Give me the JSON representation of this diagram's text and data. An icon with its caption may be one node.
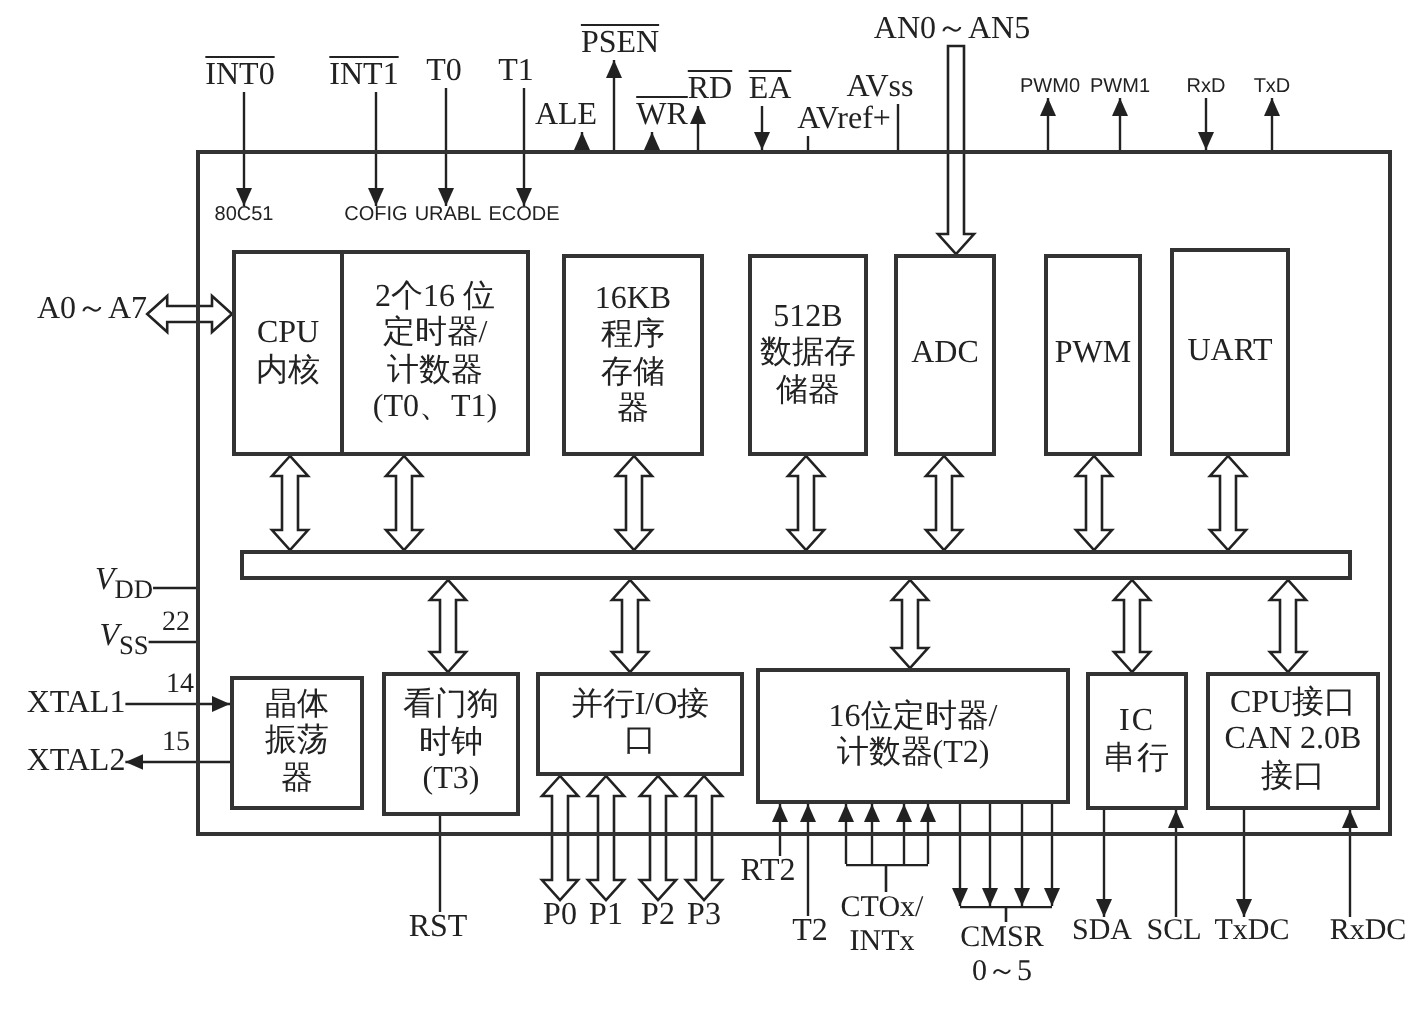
{
  "diagram": {
    "nodes": [
      {
        "text": [],
        "shape": "box"
      },
      {
        "text": [
          "80C51"
        ],
        "in": 0
      },
      {
        "text": [
          "COFIG"
        ],
        "in": 0
      },
      {
        "text": [
          "URABL"
        ],
        "in": 0
      },
      {
        "text": [
          "ECODE"
        ],
        "in": 0
      },
      {
        "text": [
          "CPU内核"
        ],
        "in": 0
      },
      {
        "text": [
          "2个16 位定时器/计数器(T0、T1)"
        ],
        "in": 0
      },
      {
        "text": [
          "16KB程序存储器"
        ],
        "in": 0
      },
      {
        "text": [
          "512B数据存储器"
        ],
        "in": 0
      },
      {
        "text": [
          "ADC"
        ],
        "in": 0
      },
      {
        "text": [
          "PWM"
        ],
        "in": 0
      },
      {
        "text": [
          "UART"
        ],
        "in": 0
      },
      {
        "text": [],
        "shape": "bar",
        "in": 0
      },
      {
        "text": [
          "晶体振荡器"
        ],
        "in": 0
      },
      {
        "text": [
          "看门狗时钟(T3)"
        ],
        "in": 0
      },
      {
        "text": [
          "并行I/O接口"
        ],
        "in": 0
      },
      {
        "text": [
          "16位定时器/计数器(T2)"
        ],
        "in": 0
      },
      {
        "text": [
          "IC串行"
        ],
        "in": 0
      },
      {
        "text": [
          "CPU接口CAN 2.0B接口"
        ],
        "in": 0
      },
      {
        "text": [
          "INT0"
        ]
      },
      {
        "text": [
          "INT1"
        ]
      },
      {
        "text": [
          "T0"
        ]
      },
      {
        "text": [
          "T1"
        ]
      },
      {
        "text": [
          "PSEN"
        ]
      },
      {
        "text": [
          "ALE"
        ]
      },
      {
        "text": [
          "WR"
        ]
      },
      {
        "text": [
          "RD"
        ]
      },
      {
        "text": [
          "EA"
        ]
      },
      {
        "text": [
          "AVref+"
        ]
      },
      {
        "text": [
          "AVss"
        ]
      },
      {
        "text": [
          "AN0～AN5"
        ]
      },
      {
        "text": [
          "PWM0"
        ]
      },
      {
        "text": [
          "PWM1"
        ]
      },
      {
        "text": [
          "RxD"
        ]
      },
      {
        "text": [
          "TxD"
        ]
      },
      {
        "text": [
          "A0～A7"
        ]
      },
      {
        "text": [
          "*V*$_{DD}$"
        ]
      },
      {
        "text": [
          "*V*$_{SS}$"
        ],
        "beside": [
          "22"
        ]
      },
      {
        "text": [
          "XTAL1"
        ],
        "beside": [
          "14"
        ]
      },
      {
        "text": [
          "XTAL2"
        ],
        "beside": [
          "15"
        ]
      },
      {
        "text": [
          "RST"
        ]
      },
      {
        "text": [
          "P0"
        ]
      },
      {
        "text": [
          "P1"
        ]
      },
      {
        "text": [
          "P2"
        ]
      },
      {
        "text": [
          "P3"
        ]
      },
      {
        "text": [
          "RT2"
        ]
      },
      {
        "text": [
          "T2"
        ]
      },
      {
        "text": [
          "CTOx/INTx"
        ]
      },
      {
        "text": [
          "CMSR 0～5"
        ]
      },
      {
        "text": [
          "SDA"
        ]
      },
      {
        "text": [
          "SCL"
        ]
      },
      {
        "text": [
          "TxDC"
        ]
      },
      {
        "text": [
          "RxDC"
        ]
      }
    ],
    "edges": [
      {
        "from": 19,
        "to": 1,
        "arrow": "to"
      },
      {
        "from": 20,
        "to": 2,
        "arrow": "to"
      },
      {
        "from": 21,
        "to": 3,
        "arrow": "to"
      },
      {
        "from": 22,
        "to": 4,
        "arrow": "to"
      },
      {
        "from": 0,
        "to": 24,
        "arrow": "to"
      },
      {
        "from": 0,
        "to": 23,
        "arrow": "to"
      },
      {
        "from": 0,
        "to": 25,
        "arrow": "to"
      },
      {
        "from": 0,
        "to": 26,
        "arrow": "to"
      },
      {
        "from": 27,
        "to": 0,
        "arrow": "to"
      },
      {
        "from": 28,
        "to": 0,
        "arrow": "none"
      },
      {
        "from": 29,
        "to": 0,
        "arrow": "none"
      },
      {
        "from": 30,
        "to": 9,
        "arrow": "to",
        "style": "thick"
      },
      {
        "from": 0,
        "to": 31,
        "arrow": "to"
      },
      {
        "from": 0,
        "to": 32,
        "arrow": "to"
      },
      {
        "from": 33,
        "to": 0,
        "arrow": "to"
      },
      {
        "from": 0,
        "to": 34,
        "arrow": "to"
      },
      {
        "from": 35,
        "to": 5,
        "arrow": "both",
        "style": "thick"
      },
      {
        "from": 5,
        "to": 12,
        "arrow": "both",
        "style": "thick"
      },
      {
        "from": 6,
        "to": 12,
        "arrow": "both",
        "style": "thick"
      },
      {
        "from": 7,
        "to": 12,
        "arrow": "both",
        "style": "thick"
      },
      {
        "from": 8,
        "to": 12,
        "arrow": "both",
        "style": "thick"
      },
      {
        "from": 9,
        "to": 12,
        "arrow": "both",
        "style": "thick"
      },
      {
        "from": 10,
        "to": 12,
        "arrow": "both",
        "style": "thick"
      },
      {
        "from": 11,
        "to": 12,
        "arrow": "both",
        "style": "thick"
      },
      {
        "from": 12,
        "to": 14,
        "arrow": "both",
        "style": "thick"
      },
      {
        "from": 12,
        "to": 15,
        "arrow": "both",
        "style": "thick"
      },
      {
        "from": 12,
        "to": 16,
        "arrow": "both",
        "style": "thick"
      },
      {
        "from": 12,
        "to": 17,
        "arrow": "both",
        "style": "thick"
      },
      {
        "from": 12,
        "to": 18,
        "arrow": "both",
        "style": "thick"
      },
      {
        "from": 36,
        "to": 0,
        "arrow": "none"
      },
      {
        "from": 37,
        "to": 0,
        "arrow": "none"
      },
      {
        "from": 38,
        "to": 13,
        "arrow": "to"
      },
      {
        "from": 13,
        "to": 39,
        "arrow": "to"
      },
      {
        "from": 14,
        "to": 40,
        "arrow": "none"
      },
      {
        "from": 15,
        "to": 41,
        "arrow": "both",
        "style": "thick"
      },
      {
        "from": 15,
        "to": 42,
        "arrow": "both",
        "style": "thick"
      },
      {
        "from": 15,
        "to": 43,
        "arrow": "both",
        "style": "thick"
      },
      {
        "from": 15,
        "to": 44,
        "arrow": "both",
        "style": "thick"
      },
      {
        "from": 45,
        "to": 16,
        "arrow": "to"
      },
      {
        "from": 46,
        "to": 16,
        "arrow": "to"
      },
      {
        "from": 47,
        "to": 16,
        "arrow": "to"
      },
      {
        "from": 47,
        "to": 16,
        "arrow": "to"
      },
      {
        "from": 47,
        "to": 16,
        "arrow": "to"
      },
      {
        "from": 47,
        "to": 16,
        "arrow": "to"
      },
      {
        "from": 16,
        "to": 48,
        "arrow": "to"
      },
      {
        "from": 16,
        "to": 48,
        "arrow": "to"
      },
      {
        "from": 16,
        "to": 48,
        "arrow": "to"
      },
      {
        "from": 16,
        "to": 48,
        "arrow": "to"
      },
      {
        "from": 17,
        "to": 49,
        "arrow": "to"
      },
      {
        "from": 50,
        "to": 17,
        "arrow": "to"
      },
      {
        "from": 18,
        "to": 51,
        "arrow": "to"
      },
      {
        "from": 52,
        "to": 18,
        "arrow": "to"
      }
    ]
  }
}
